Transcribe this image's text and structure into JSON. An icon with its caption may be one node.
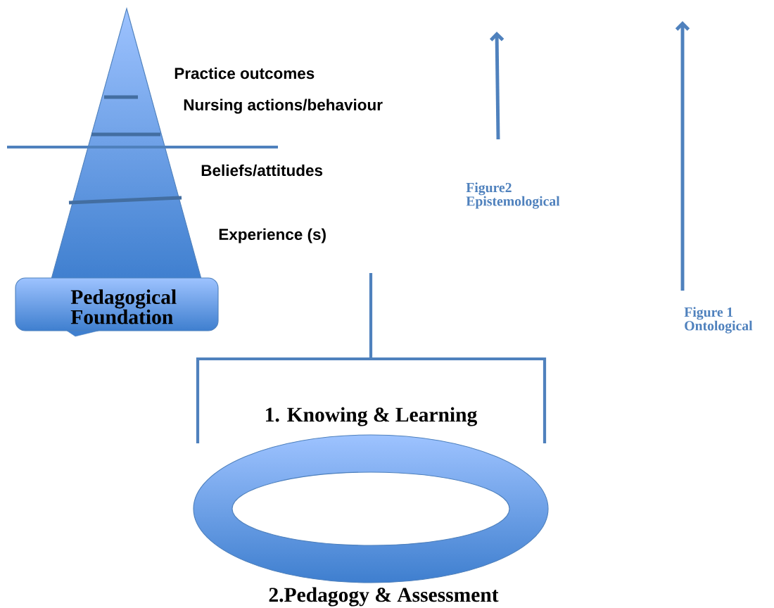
{
  "diagram": {
    "nodes": [
      {
        "text": [
          "Pedagogical Foundation"
        ]
      },
      {
        "text": [],
        "shape": "ring",
        "beside": [
          "1. Knowing & Learning",
          "2.Pedagogy & Assessment"
        ]
      }
    ],
    "labels": [
      "Practice outcomes",
      "Nursing actions/behaviour",
      "Beliefs/attitudes",
      "Experience (s)",
      "Figure2 Epistemological",
      "Figure 1 Ontological"
    ]
  }
}
